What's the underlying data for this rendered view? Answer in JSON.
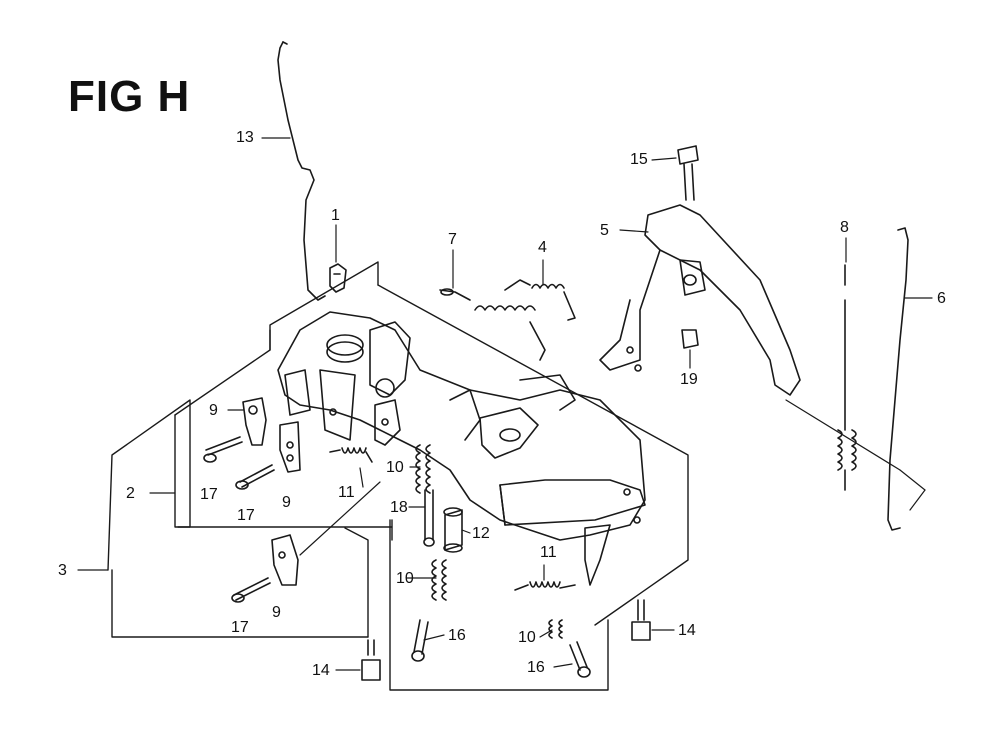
{
  "figure": {
    "title": "FIG H"
  },
  "callouts": [
    {
      "id": "c13",
      "label": "13"
    },
    {
      "id": "c1",
      "label": "1"
    },
    {
      "id": "c7",
      "label": "7"
    },
    {
      "id": "c4",
      "label": "4"
    },
    {
      "id": "c15",
      "label": "15"
    },
    {
      "id": "c5",
      "label": "5"
    },
    {
      "id": "c8",
      "label": "8"
    },
    {
      "id": "c6",
      "label": "6"
    },
    {
      "id": "c19",
      "label": "19"
    },
    {
      "id": "c9a",
      "label": "9"
    },
    {
      "id": "c9b",
      "label": "9"
    },
    {
      "id": "c9c",
      "label": "9"
    },
    {
      "id": "c17a",
      "label": "17"
    },
    {
      "id": "c17b",
      "label": "17"
    },
    {
      "id": "c17c",
      "label": "17"
    },
    {
      "id": "c2",
      "label": "2"
    },
    {
      "id": "c3",
      "label": "3"
    },
    {
      "id": "c10a",
      "label": "10"
    },
    {
      "id": "c10b",
      "label": "10"
    },
    {
      "id": "c10c",
      "label": "10"
    },
    {
      "id": "c11a",
      "label": "11"
    },
    {
      "id": "c11b",
      "label": "11"
    },
    {
      "id": "c18",
      "label": "18"
    },
    {
      "id": "c12",
      "label": "12"
    },
    {
      "id": "c16a",
      "label": "16"
    },
    {
      "id": "c16b",
      "label": "16"
    },
    {
      "id": "c14a",
      "label": "14"
    },
    {
      "id": "c14b",
      "label": "14"
    }
  ],
  "colors": {
    "line": "#1a1a1a",
    "background": "#ffffff"
  }
}
